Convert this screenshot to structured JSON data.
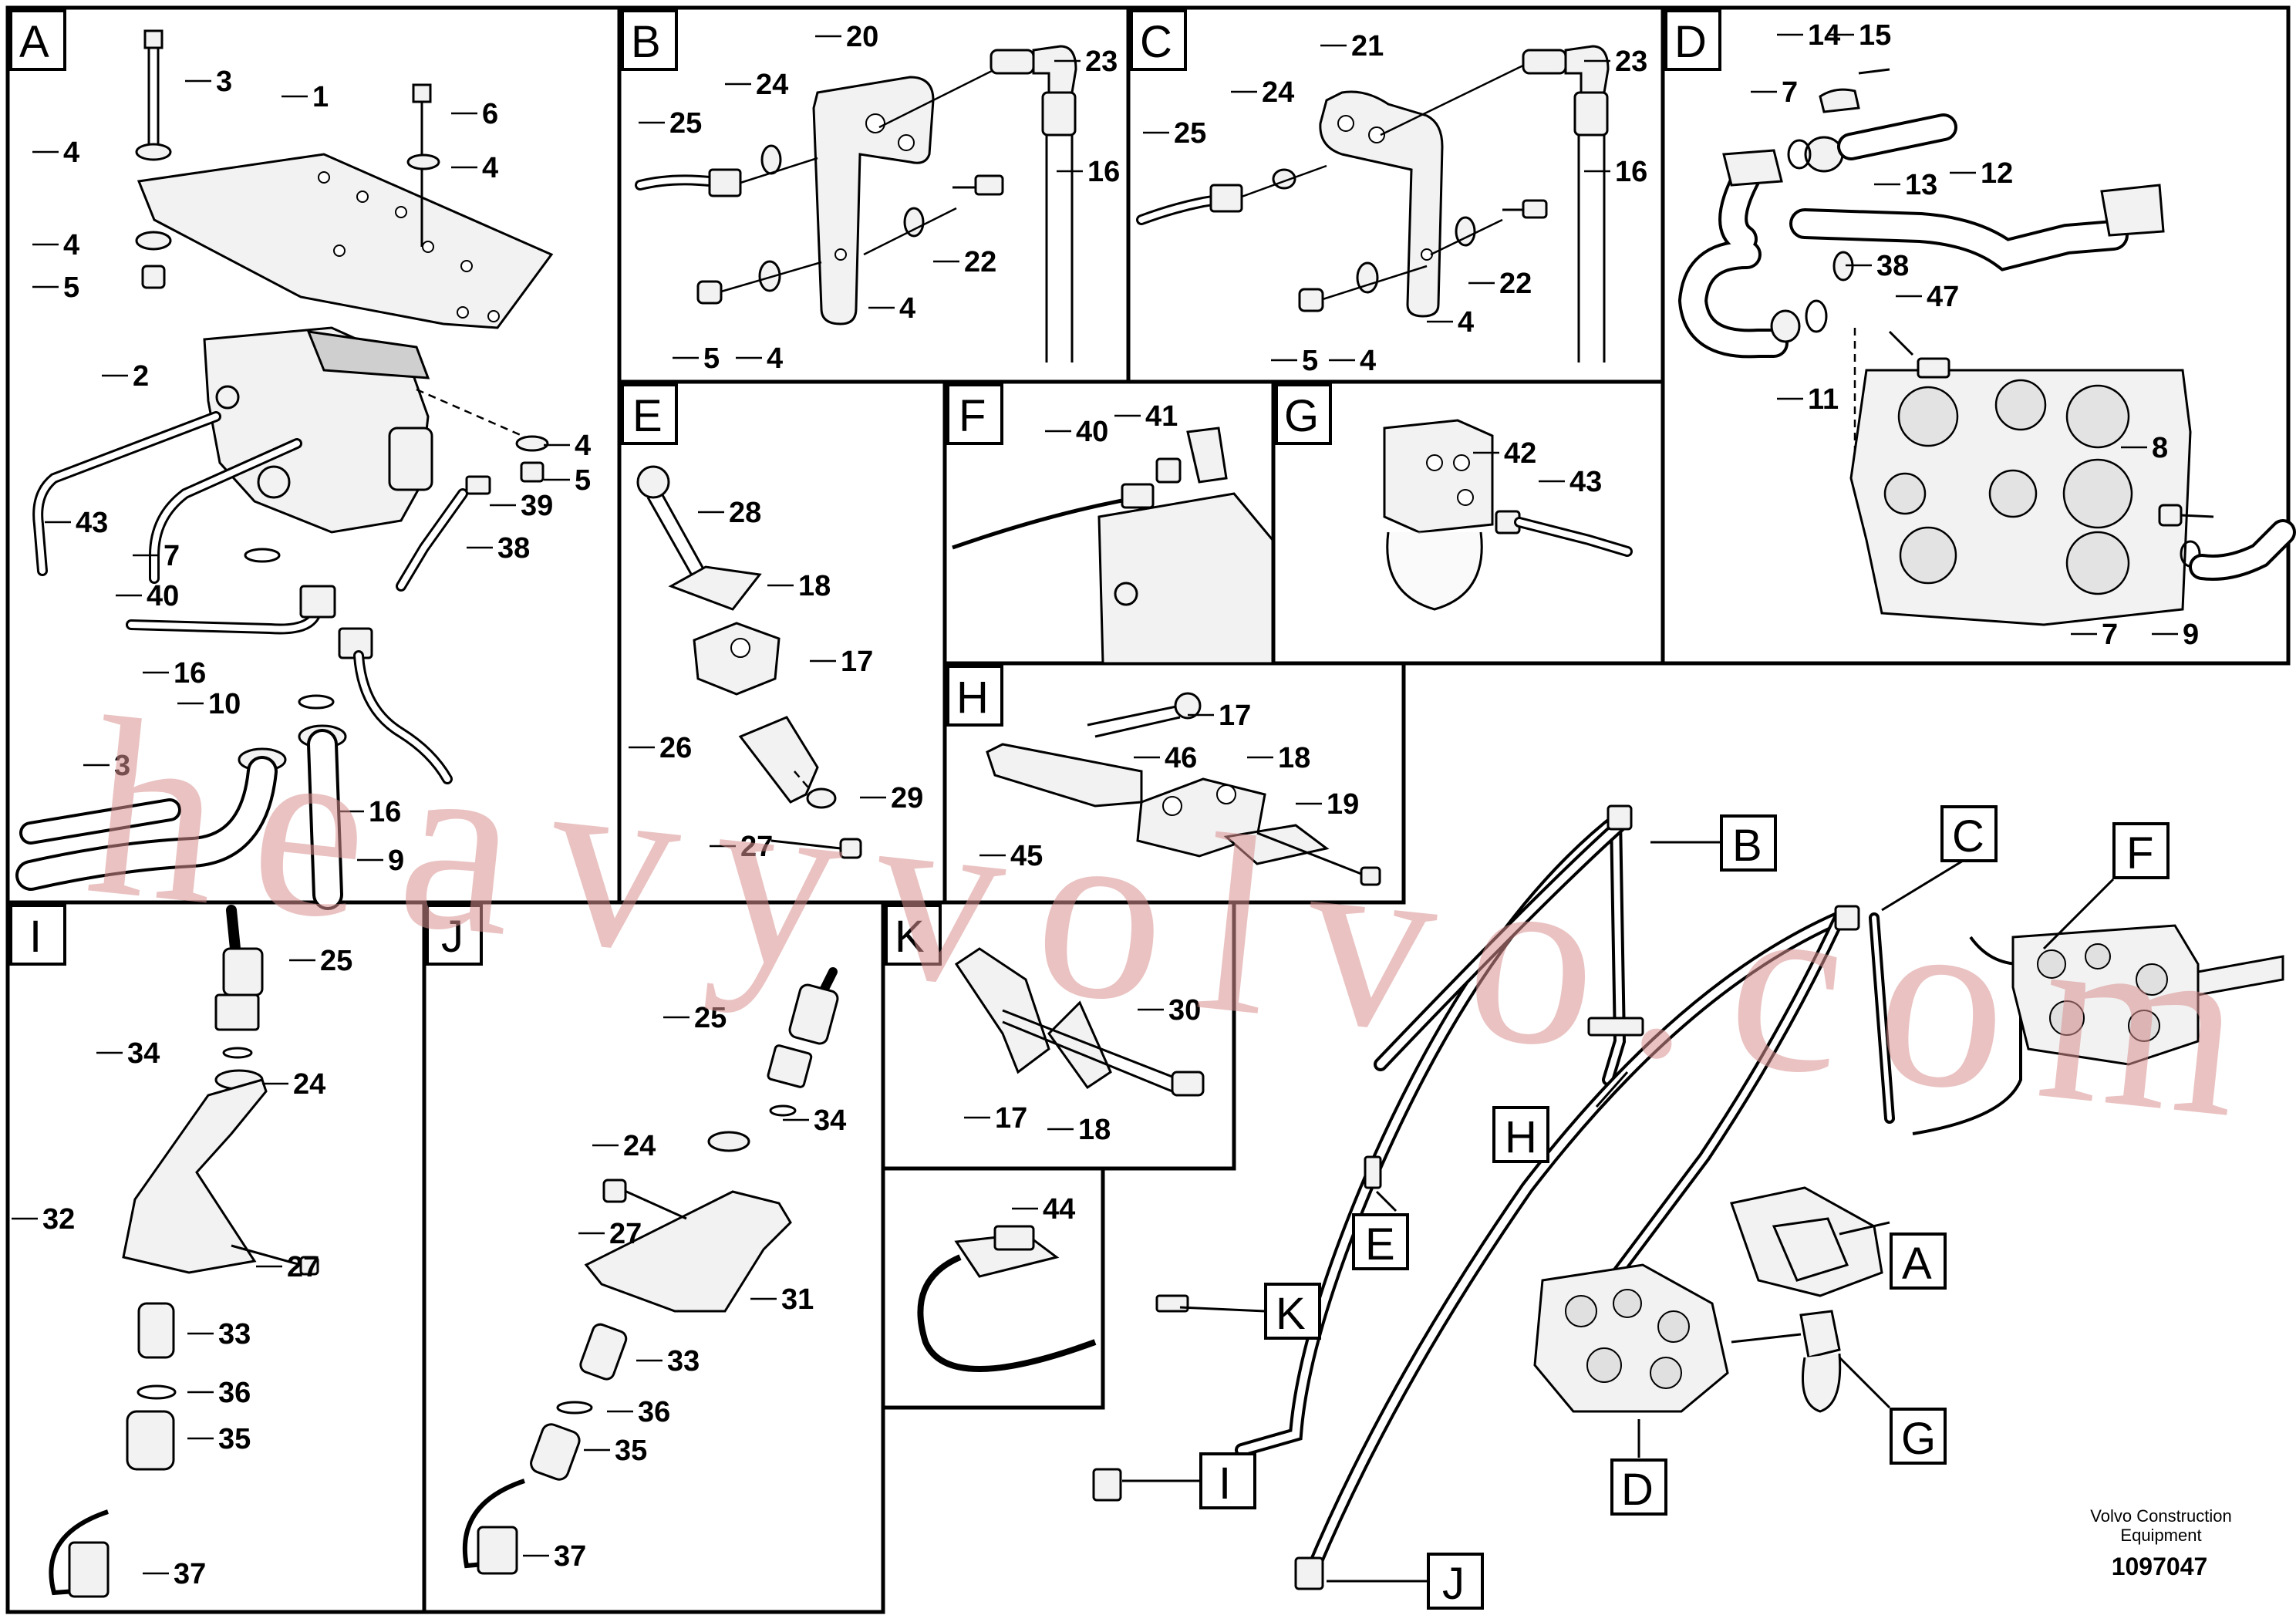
{
  "panels": {
    "A": {
      "letter": "A",
      "callouts": [
        "3",
        "1",
        "6",
        "4",
        "4",
        "4",
        "5",
        "2",
        "4",
        "5",
        "43",
        "39",
        "7",
        "38",
        "40",
        "16",
        "10",
        "3",
        "16",
        "9"
      ]
    },
    "B": {
      "letter": "B",
      "callouts": [
        "20",
        "24",
        "23",
        "25",
        "16",
        "22",
        "5",
        "4",
        "4"
      ]
    },
    "C": {
      "letter": "C",
      "callouts": [
        "21",
        "24",
        "23",
        "25",
        "16",
        "22",
        "5",
        "4",
        "4"
      ]
    },
    "D": {
      "letter": "D",
      "callouts": [
        "14",
        "15",
        "7",
        "13",
        "12",
        "38",
        "47",
        "11",
        "8",
        "7",
        "9"
      ]
    },
    "E": {
      "letter": "E",
      "callouts": [
        "28",
        "18",
        "17",
        "26",
        "29",
        "27"
      ]
    },
    "F": {
      "letter": "F",
      "callouts": [
        "40",
        "41"
      ]
    },
    "G": {
      "letter": "G",
      "callouts": [
        "42",
        "43"
      ]
    },
    "H": {
      "letter": "H",
      "callouts": [
        "17",
        "46",
        "18",
        "19",
        "45"
      ]
    },
    "I": {
      "letter": "I",
      "callouts": [
        "25",
        "34",
        "24",
        "32",
        "27",
        "33",
        "36",
        "35",
        "37"
      ]
    },
    "J": {
      "letter": "J",
      "callouts": [
        "25",
        "34",
        "24",
        "27",
        "31",
        "33",
        "36",
        "35",
        "37"
      ]
    },
    "K": {
      "letter": "K",
      "callouts": [
        "30",
        "17",
        "18"
      ]
    },
    "L": {
      "letter": "",
      "callouts": [
        "44"
      ]
    }
  },
  "overview": {
    "labels": [
      "B",
      "C",
      "F",
      "H",
      "E",
      "A",
      "K",
      "G",
      "I",
      "D",
      "J"
    ]
  },
  "watermark": "heavyvolvo.com",
  "footer": {
    "brand": "Volvo Construction\nEquipment",
    "brand_line1": "Volvo Construction",
    "brand_line2": "Equipment",
    "doc_number": "1097047"
  }
}
